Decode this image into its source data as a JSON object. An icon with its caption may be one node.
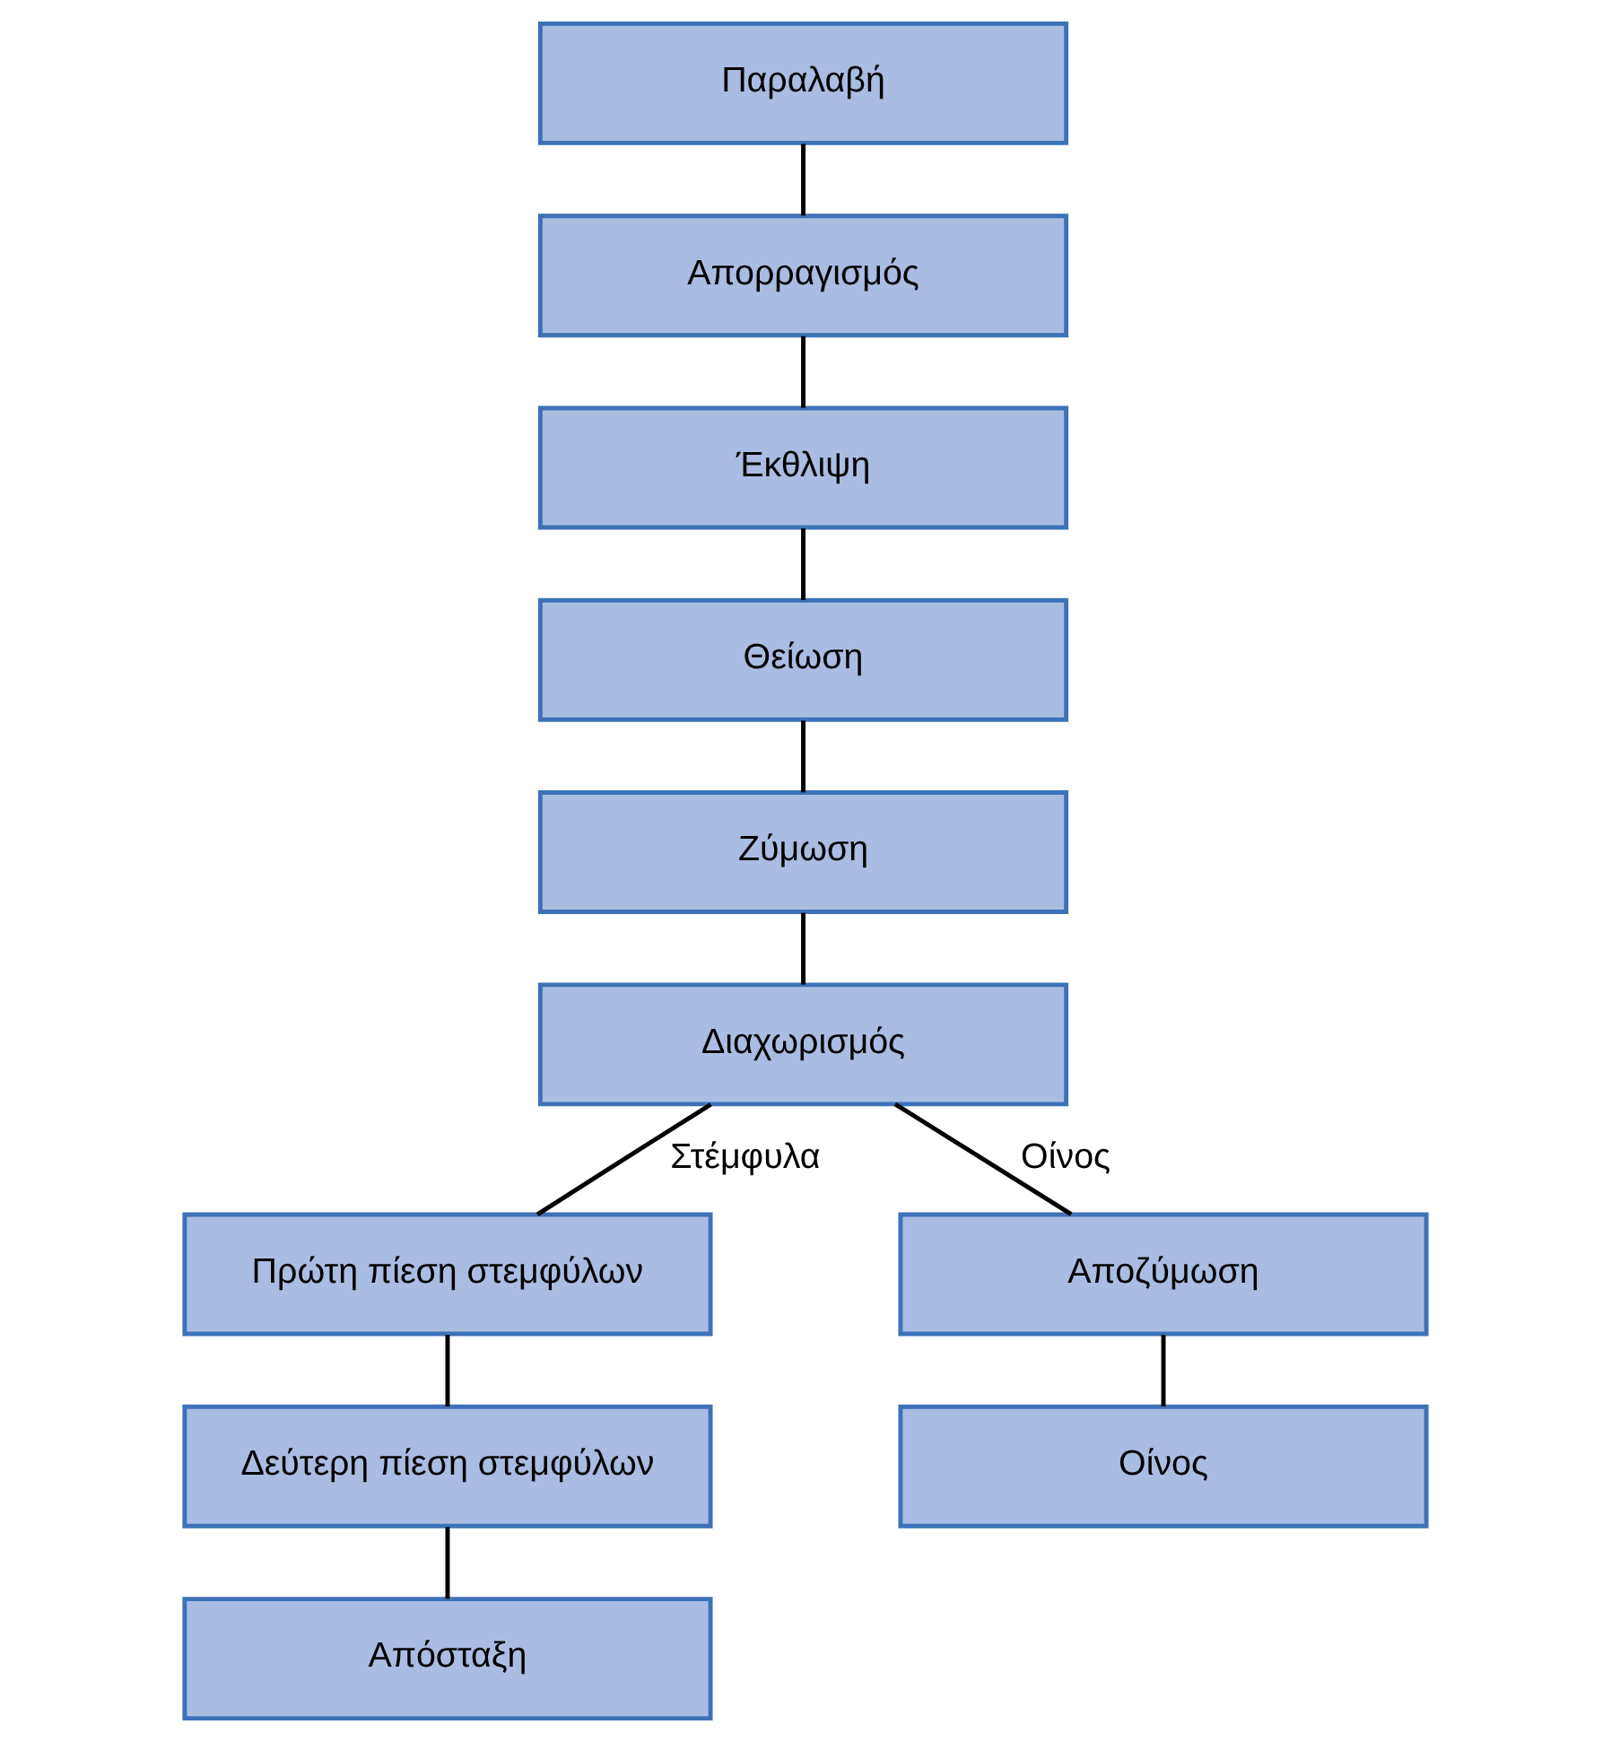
{
  "diagram": {
    "nodes": [
      {
        "text": [
          "Παραλαβή"
        ]
      },
      {
        "text": [
          "Απορραγισμός"
        ]
      },
      {
        "text": [
          "Έκθλιψη"
        ]
      },
      {
        "text": [
          "Θείωση"
        ]
      },
      {
        "text": [
          "Ζύμωση"
        ]
      },
      {
        "text": [
          "Διαχωρισμός"
        ]
      },
      {
        "text": [
          "Πρώτη πίεση στεμφύλων"
        ]
      },
      {
        "text": [
          "Δεύτερη πίεση στεμφύλων"
        ]
      },
      {
        "text": [
          "Απόσταξη"
        ]
      },
      {
        "text": [
          "Αποζύμωση"
        ]
      },
      {
        "text": [
          "Οίνος"
        ]
      }
    ],
    "edges": [
      {
        "from": 0,
        "to": 1,
        "arrow": "none"
      },
      {
        "from": 1,
        "to": 2,
        "arrow": "none"
      },
      {
        "from": 2,
        "to": 3,
        "arrow": "none"
      },
      {
        "from": 3,
        "to": 4,
        "arrow": "none"
      },
      {
        "from": 4,
        "to": 5,
        "arrow": "none"
      },
      {
        "from": 5,
        "to": 6,
        "arrow": "none",
        "label": "Στέμφυλα"
      },
      {
        "from": 5,
        "to": 9,
        "arrow": "none",
        "label": "Οίνος"
      },
      {
        "from": 6,
        "to": 7,
        "arrow": "none"
      },
      {
        "from": 7,
        "to": 8,
        "arrow": "none"
      },
      {
        "from": 9,
        "to": 10,
        "arrow": "none"
      }
    ]
  }
}
